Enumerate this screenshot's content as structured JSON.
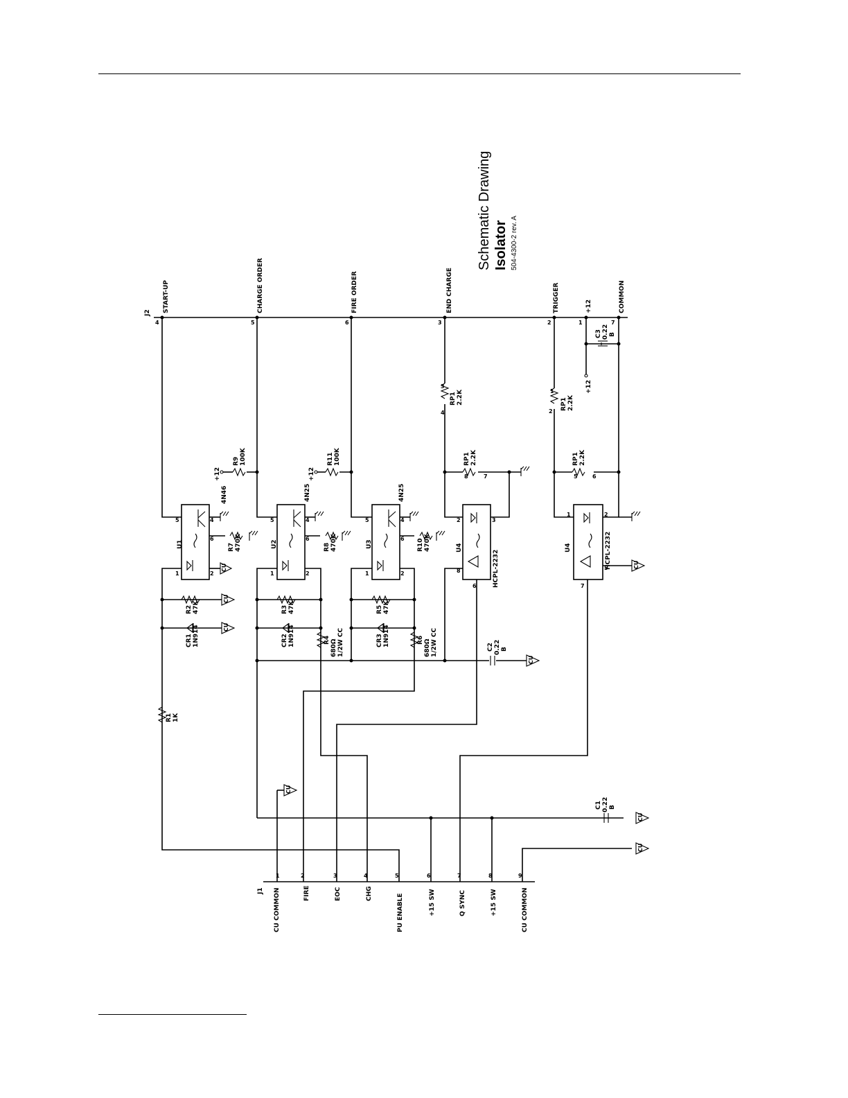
{
  "title": {
    "heading": "Schematic Drawing",
    "subheading": "Isolator",
    "doc_number": "504-4300-2 rev. A"
  },
  "j1": {
    "label": "J1",
    "pins": [
      {
        "num": "1",
        "label": "CU COMMON"
      },
      {
        "num": "2",
        "label": "FIRE"
      },
      {
        "num": "3",
        "label": "EOC"
      },
      {
        "num": "4",
        "label": "CHG"
      },
      {
        "num": "5",
        "label": "PU ENABLE"
      },
      {
        "num": "6",
        "label": "+15 SW"
      },
      {
        "num": "7",
        "label": "Q SYNC"
      },
      {
        "num": "8",
        "label": "+15 SW"
      },
      {
        "num": "9",
        "label": "CU COMMON"
      }
    ]
  },
  "j2": {
    "label": "J2",
    "pins": [
      {
        "num": "4",
        "label": "START-UP"
      },
      {
        "num": "5",
        "label": "CHARGE ORDER"
      },
      {
        "num": "6",
        "label": "FIRE ORDER"
      },
      {
        "num": "3",
        "label": "END CHARGE"
      },
      {
        "num": "2",
        "label": "TRIGGER"
      },
      {
        "num": "1",
        "label": "+12"
      },
      {
        "num": "7",
        "label": "COMMON"
      }
    ]
  },
  "components": {
    "u1": {
      "ref": "U1",
      "part": "4N46"
    },
    "u2": {
      "ref": "U2",
      "part": "4N25"
    },
    "u3": {
      "ref": "U3",
      "part": "4N25"
    },
    "u4a": {
      "ref": "U4",
      "part": "HCPL-2232"
    },
    "u4b": {
      "ref": "U4",
      "part": "HCPL-2232"
    },
    "r1": {
      "ref": "R1",
      "value": "1K"
    },
    "r2": {
      "ref": "R2",
      "value": "47K"
    },
    "r3": {
      "ref": "R3",
      "value": "47K"
    },
    "r4": {
      "ref": "R4",
      "value": "680Ω",
      "rating": "1/2W CC"
    },
    "r5": {
      "ref": "R5",
      "value": "47K"
    },
    "r6": {
      "ref": "R6",
      "value": "680Ω",
      "rating": "1/2W CC"
    },
    "r7": {
      "ref": "R7",
      "value": "470K"
    },
    "r8": {
      "ref": "R8",
      "value": "470K"
    },
    "r9": {
      "ref": "R9",
      "value": "100K"
    },
    "r10": {
      "ref": "R10",
      "value": "470K"
    },
    "r11": {
      "ref": "R11",
      "value": "100K"
    },
    "rp1": {
      "ref": "RP1",
      "value": "2.2K"
    },
    "cr1": {
      "ref": "CR1",
      "part": "1N914"
    },
    "cr2": {
      "ref": "CR2",
      "part": "1N914"
    },
    "cr3": {
      "ref": "CR3",
      "part": "1N914"
    },
    "c1": {
      "ref": "C1",
      "value": "0.22",
      "grade": "B"
    },
    "c2": {
      "ref": "C2",
      "value": "0.22",
      "grade": "B"
    },
    "c3": {
      "ref": "C3",
      "value": "0.22",
      "grade": "B"
    }
  },
  "symbols": {
    "plus12": "+12",
    "cu_ground": "CU"
  }
}
